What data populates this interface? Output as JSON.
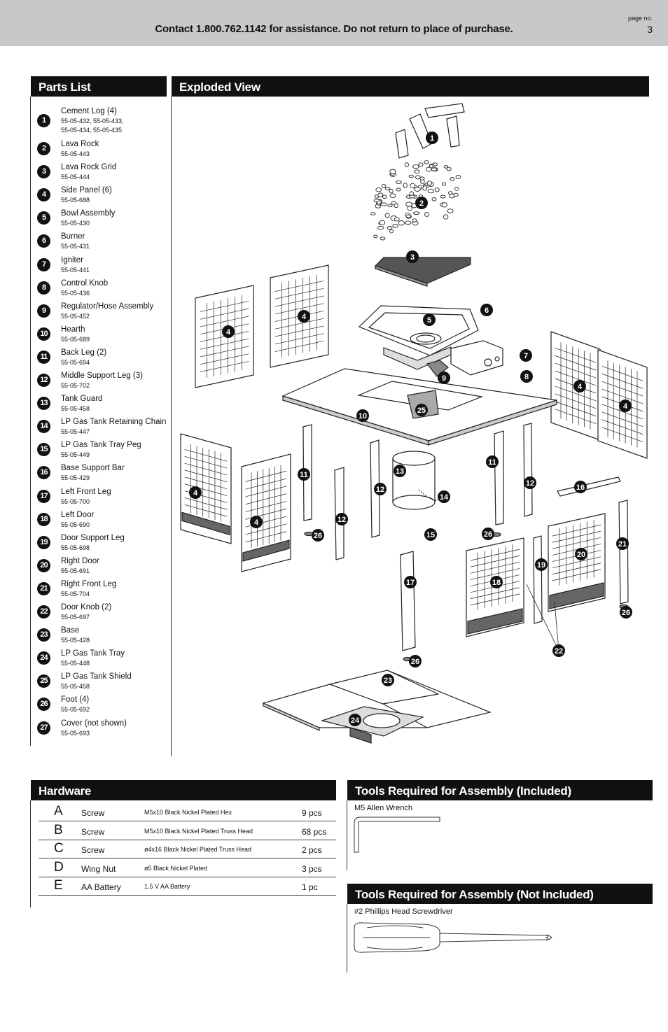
{
  "header": {
    "contact": "Contact 1.800.762.1142 for assistance. Do not return to place of purchase.",
    "page_label": "page no.",
    "page_number": "3"
  },
  "parts_list": {
    "title": "Parts List",
    "items": [
      {
        "num": "1",
        "name": "Cement Log (4)",
        "code": "55-05-432, 55-05-433,",
        "code2": "55-05-434, 55-05-435"
      },
      {
        "num": "2",
        "name": "Lava Rock",
        "code": "55-05-443"
      },
      {
        "num": "3",
        "name": "Lava Rock Grid",
        "code": "55-05-444"
      },
      {
        "num": "4",
        "name": "Side Panel (6)",
        "code": "55-05-688"
      },
      {
        "num": "5",
        "name": "Bowl Assembly",
        "code": "55-05-430"
      },
      {
        "num": "6",
        "name": "Burner",
        "code": "55-05-431"
      },
      {
        "num": "7",
        "name": "Igniter",
        "code": "55-05-441"
      },
      {
        "num": "8",
        "name": "Control Knob",
        "code": "55-05-436"
      },
      {
        "num": "9",
        "name": "Regulator/Hose Assembly",
        "code": "55-05-452"
      },
      {
        "num": "10",
        "name": "Hearth",
        "code": "55-05-689"
      },
      {
        "num": "11",
        "name": "Back Leg (2)",
        "code": "55-05-694"
      },
      {
        "num": "12",
        "name": "Middle Support Leg (3)",
        "code": "55-05-702"
      },
      {
        "num": "13",
        "name": "Tank Guard",
        "code": "55-05-458"
      },
      {
        "num": "14",
        "name": "LP Gas Tank Retaining Chain",
        "code": "55-05-447"
      },
      {
        "num": "15",
        "name": "LP Gas Tank Tray Peg",
        "code": "55-05-449"
      },
      {
        "num": "16",
        "name": "Base Support Bar",
        "code": "55-05-429"
      },
      {
        "num": "17",
        "name": "Left Front Leg",
        "code": "55-05-700"
      },
      {
        "num": "18",
        "name": "Left Door",
        "code": "55-05-690"
      },
      {
        "num": "19",
        "name": "Door Support Leg",
        "code": "55-05-698"
      },
      {
        "num": "20",
        "name": "Right Door",
        "code": "55-05-691"
      },
      {
        "num": "21",
        "name": "Right Front Leg",
        "code": "55-05-704"
      },
      {
        "num": "22",
        "name": "Door Knob (2)",
        "code": "55-05-697"
      },
      {
        "num": "23",
        "name": "Base",
        "code": "55-05-428"
      },
      {
        "num": "24",
        "name": "LP Gas Tank Tray",
        "code": "55-05-448"
      },
      {
        "num": "25",
        "name": "LP Gas Tank Shield",
        "code": "55-05-458"
      },
      {
        "num": "26",
        "name": "Foot (4)",
        "code": "55-05-692"
      },
      {
        "num": "27",
        "name": "Cover (not shown)",
        "code": "55-05-693"
      }
    ]
  },
  "exploded_view": {
    "title": "Exploded View",
    "callouts": [
      "1",
      "2",
      "3",
      "4",
      "5",
      "6",
      "7",
      "8",
      "9",
      "10",
      "11",
      "12",
      "13",
      "14",
      "15",
      "16",
      "17",
      "18",
      "19",
      "20",
      "21",
      "22",
      "23",
      "24",
      "25",
      "26"
    ]
  },
  "hardware": {
    "title": "Hardware",
    "rows": [
      {
        "letter": "A",
        "type": "Screw",
        "desc": "M5x10 Black Nickel Plated Hex",
        "qty": "9 pcs"
      },
      {
        "letter": "B",
        "type": "Screw",
        "desc": "M5x10 Black Nickel Plated Truss Head",
        "qty": "68 pcs"
      },
      {
        "letter": "C",
        "type": "Screw",
        "desc": "ø4x16 Black Nickel Plated Truss Head",
        "qty": "2 pcs"
      },
      {
        "letter": "D",
        "type": "Wing Nut",
        "desc": "ø5 Black Nickel Plated",
        "qty": "3 pcs"
      },
      {
        "letter": "E",
        "type": "AA Battery",
        "desc": "1.5 V AA Battery",
        "qty": "1 pc"
      }
    ]
  },
  "tools_included": {
    "title": "Tools Required for Assembly (Included)",
    "item": "M5 Allen Wrench",
    "icon": "allen-wrench-icon"
  },
  "tools_not_included": {
    "title": "Tools Required for Assembly (Not Included)",
    "item": "#2 Phillips Head Screwdriver",
    "icon": "screwdriver-icon"
  }
}
